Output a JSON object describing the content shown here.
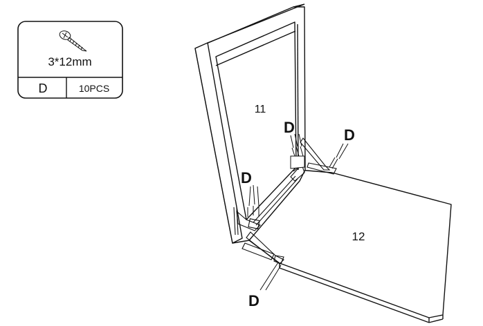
{
  "parts_box": {
    "screw_size": "3*12mm",
    "part_letter": "D",
    "quantity": "10PCS"
  },
  "panels": {
    "upright": "11",
    "base": "12"
  },
  "callouts": {
    "top_center": "D",
    "top_right": "D",
    "left": "D",
    "bottom": "D"
  }
}
